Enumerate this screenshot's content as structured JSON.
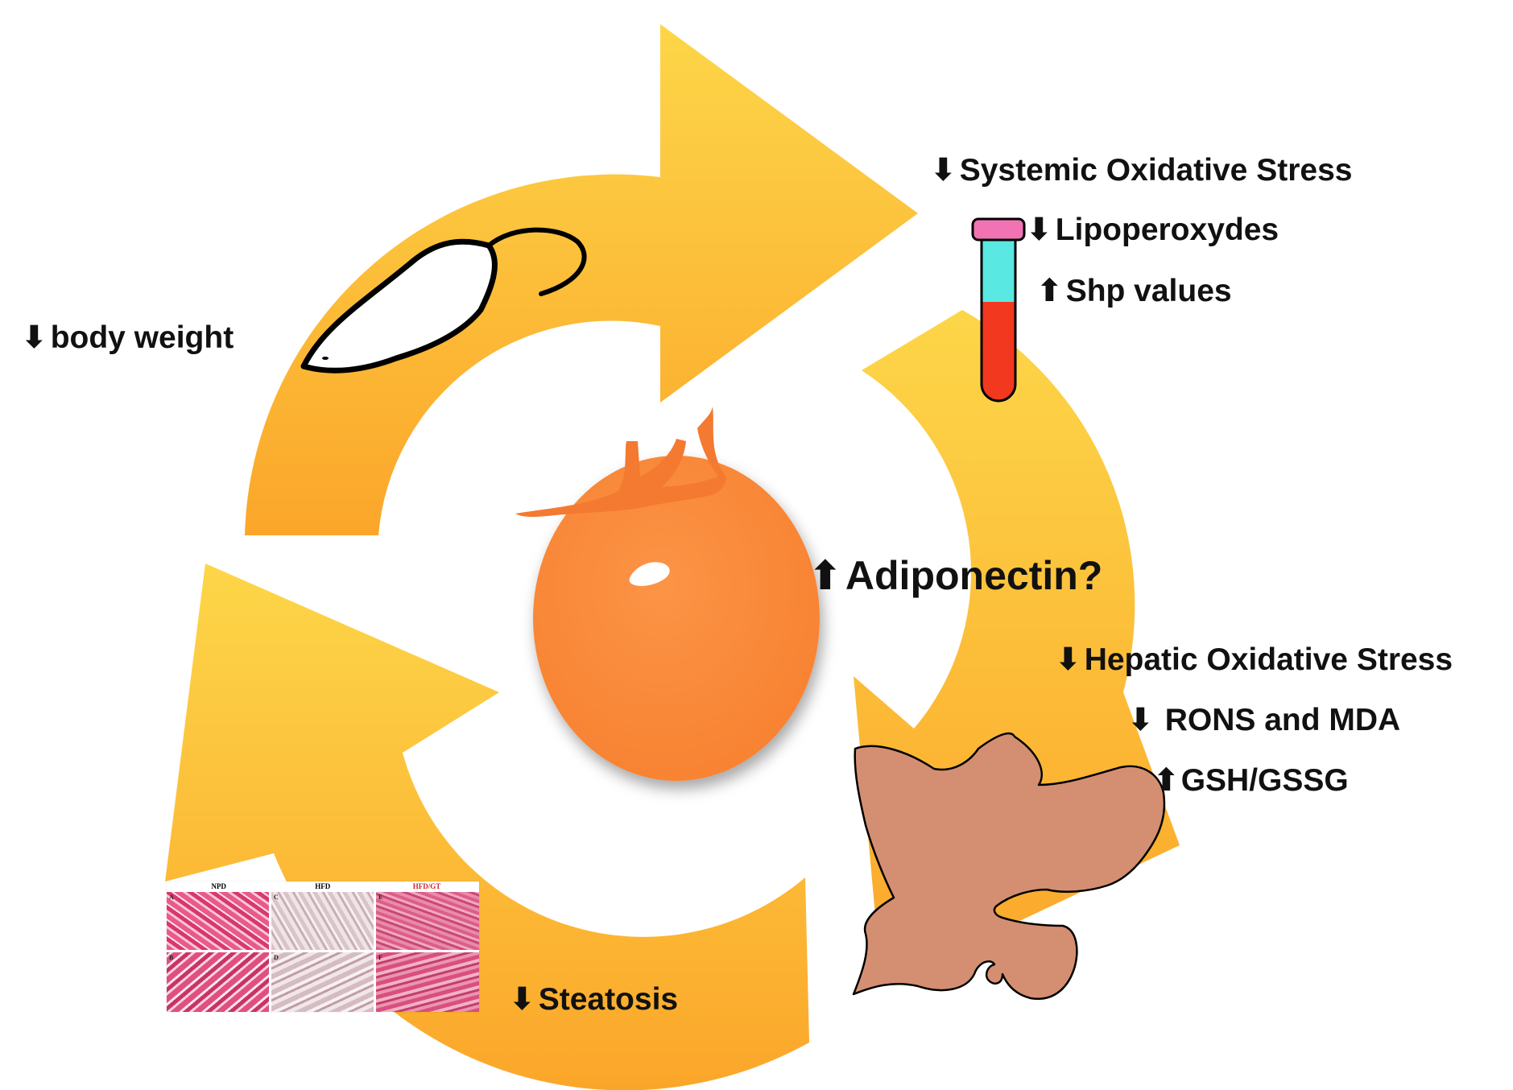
{
  "colors": {
    "arrow_light": "#fdd648",
    "arrow_dark": "#fba62a",
    "tomato": "#fb8a3c",
    "tomato_stem": "#f37a30",
    "liver": "#d48f72",
    "tube_cap": "#f173b4",
    "tube_serum": "#59e8e2",
    "tube_blood": "#f2381f",
    "text": "#111111",
    "hfd_gt_label": "#d2232a"
  },
  "icons": {
    "rat": "rat-icon",
    "blood_tube": "blood-tube-icon",
    "tomato": "tomato-icon",
    "liver": "liver-icon",
    "histology": "liver-histology-panel"
  },
  "labels": {
    "body_weight": {
      "arrow": "⬇",
      "text": "body weight"
    },
    "systemic_oxidative_stress": {
      "arrow": "⬇",
      "text": "Systemic Oxidative Stress"
    },
    "lipoperoxydes": {
      "arrow": "⬇",
      "text": "Lipoperoxydes"
    },
    "shp_values": {
      "arrow": "⬆",
      "text": "Shp values"
    },
    "adiponectin": {
      "arrow": "⬆",
      "text": "Adiponectin?"
    },
    "hepatic_oxidative_stress": {
      "arrow": "⬇",
      "text": "Hepatic Oxidative Stress"
    },
    "rons_mda": {
      "arrow": "⬇",
      "text": "RONS and MDA"
    },
    "gsh_gssg": {
      "arrow": "⬆",
      "text": "GSH/GSSG"
    },
    "steatosis": {
      "arrow": "⬇",
      "text": "Steatosis"
    }
  },
  "histology": {
    "columns": [
      "NPD",
      "HFD",
      "HFD/GT"
    ],
    "tile_letters": [
      "A",
      "C",
      "E",
      "B",
      "D",
      "F"
    ]
  }
}
